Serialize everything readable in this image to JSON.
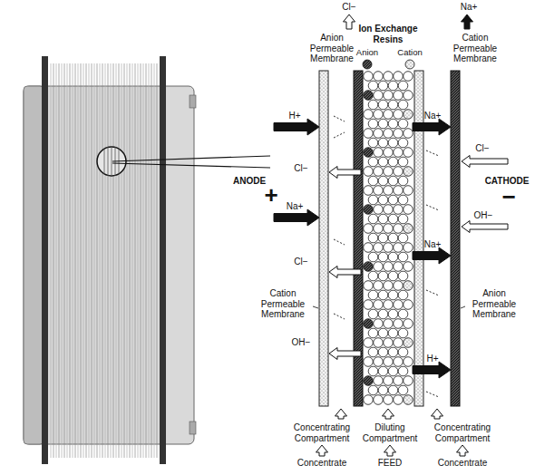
{
  "diagram": {
    "labels": [
      "Cl−",
      "Na+",
      "Anion Permeable Membrane",
      "Ion Exchange Resins",
      "Anion",
      "Cation",
      "Cation Permeable Membrane",
      "H+",
      "Na+",
      "Cl−",
      "Cl−",
      "ANODE",
      "+",
      "CATHODE",
      "−",
      "OH−",
      "Na+",
      "Na+",
      "Cl−",
      "Cation Permeable Membrane",
      "Anion Permeable Membrane",
      "OH−",
      "H+",
      "Concentrating Compartment",
      "Diluting Compartment",
      "Concentrating Compartment",
      "Concentrate",
      "FEED",
      "Concentrate"
    ]
  }
}
